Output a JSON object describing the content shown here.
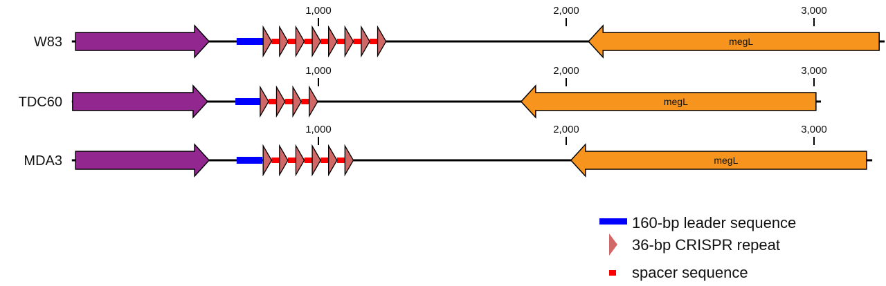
{
  "colors": {
    "flank_gene": "#92278f",
    "megL": "#f7941d",
    "leader": "#0000ff",
    "repeat": "#d06868",
    "spacer": "#ff0000",
    "backbone": "#000000"
  },
  "bp_per_kb_ticks": [
    1000,
    2000,
    3000
  ],
  "tick_labels": [
    "1,000",
    "2,000",
    "3,000"
  ],
  "rows": [
    {
      "name": "W83",
      "backbone": [
        5,
        3285
      ],
      "upstream_gene": [
        20,
        559
      ],
      "leader": [
        670,
        777
      ],
      "repeat_start": 777,
      "repeat_count": 8,
      "repeat_period": 66,
      "repeat_len": 34,
      "megL": {
        "label": "megL",
        "start": 2090,
        "end": 3263
      }
    },
    {
      "name": "TDC60",
      "backbone": [
        5,
        3028
      ],
      "upstream_gene": [
        8,
        553
      ],
      "leader": [
        665,
        765
      ],
      "repeat_start": 765,
      "repeat_count": 4,
      "repeat_period": 66,
      "repeat_len": 34,
      "megL": {
        "label": "megL",
        "start": 1818,
        "end": 3008
      }
    },
    {
      "name": "MDA3",
      "backbone": [
        5,
        3235
      ],
      "upstream_gene": [
        20,
        559
      ],
      "leader": [
        670,
        774
      ],
      "repeat_start": 777,
      "repeat_count": 6,
      "repeat_period": 66,
      "repeat_len": 34,
      "megL": {
        "label": "megL",
        "start": 2019,
        "end": 3212
      }
    }
  ],
  "legend": {
    "leader": "160-bp leader sequence",
    "repeat": "36-bp CRISPR repeat",
    "spacer": "spacer sequence"
  }
}
